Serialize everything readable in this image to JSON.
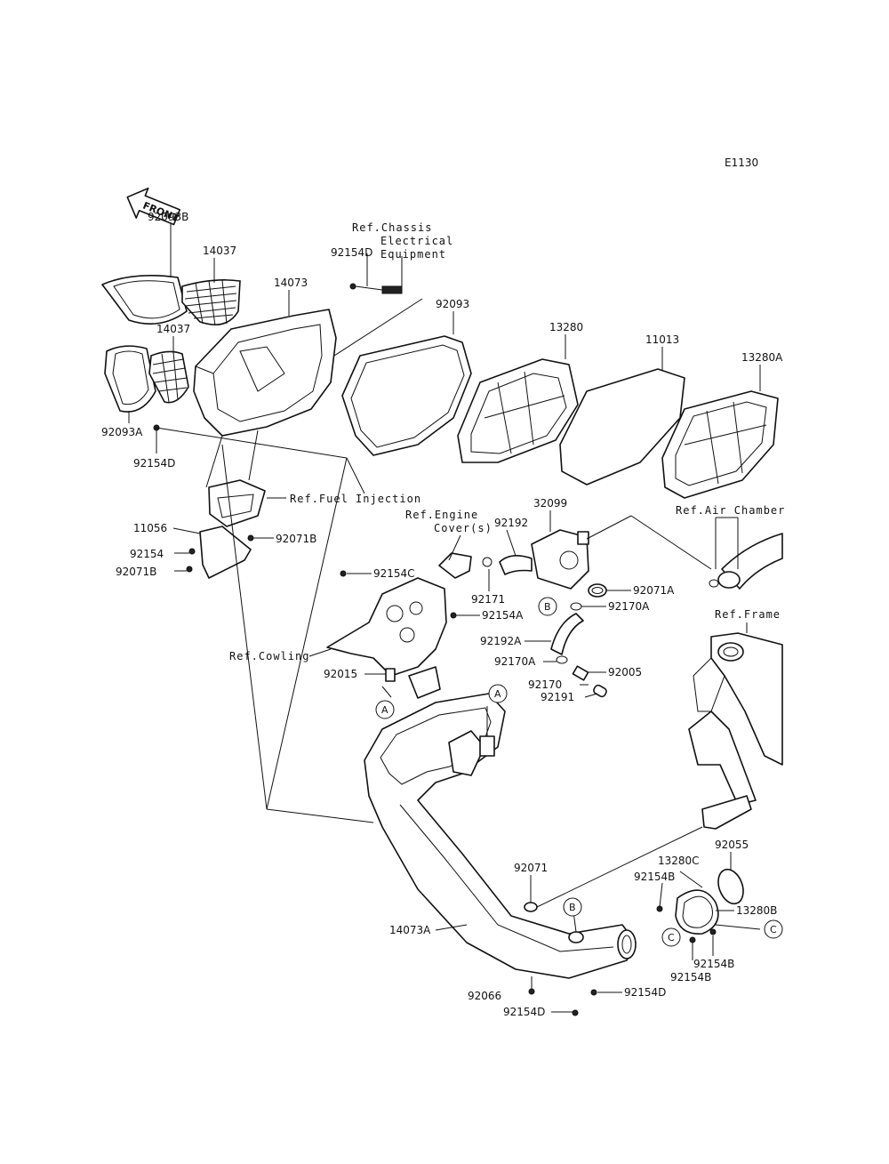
{
  "diagram_code": "E1130",
  "front_arrow_label": "FRONT",
  "part_numbers": {
    "p92093B": "92093B",
    "p14037_top": "14037",
    "p14073": "14073",
    "p14037_mid": "14037",
    "p92093A": "92093A",
    "p92154D_left": "92154D",
    "p92154D_top": "92154D",
    "p92093": "92093",
    "p13280": "13280",
    "p11013": "11013",
    "p13280A": "13280A",
    "p11056": "11056",
    "p92154": "92154",
    "p92071B_right": "92071B",
    "p92071B_left": "92071B",
    "p32099": "32099",
    "p92192": "92192",
    "p92171": "92171",
    "p92071A": "92071A",
    "p92170A_a": "92170A",
    "p92154C": "92154C",
    "p92154A": "92154A",
    "p92192A": "92192A",
    "p92170A_b": "92170A",
    "p92005": "92005",
    "p92170": "92170",
    "p92191": "92191",
    "p92015": "92015",
    "p92055": "92055",
    "p13280C": "13280C",
    "p92071": "92071",
    "p92154B_a": "92154B",
    "p13280B": "13280B",
    "p92154B_b": "92154B",
    "p92154B_c": "92154B",
    "p14073A": "14073A",
    "p92066": "92066",
    "p92154D_bot": "92154D",
    "p92154D_bot2": "92154D"
  },
  "references": {
    "chassis_line1": "Ref.Chassis",
    "chassis_line2": "Electrical",
    "chassis_line3": "Equipment",
    "fuel_injection": "Ref.Fuel Injection",
    "engine_cover_line1": "Ref.Engine",
    "engine_cover_line2": "Cover(s)",
    "air_chamber": "Ref.Air Chamber",
    "frame": "Ref.Frame",
    "cowling": "Ref.Cowling"
  },
  "callouts": {
    "A1": "A",
    "A2": "A",
    "B1": "B",
    "B2": "B",
    "C1": "C",
    "C2": "C"
  }
}
